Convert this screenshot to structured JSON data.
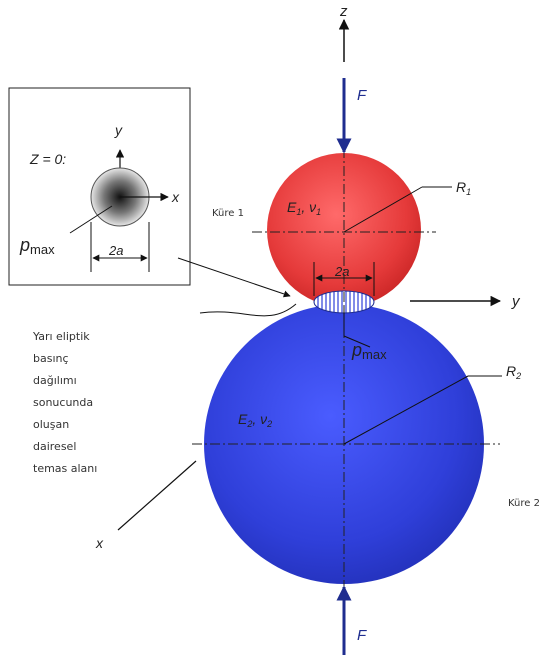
{
  "axes": {
    "z": "z",
    "y": "y",
    "x": "x"
  },
  "force": "F",
  "sphere1": {
    "label": "Küre 1",
    "material": "E",
    "material_sub": "1",
    "poisson": "ν",
    "poisson_sub": "1",
    "radius": "R",
    "radius_sub": "1",
    "color": "#e53a3a"
  },
  "sphere2": {
    "label": "Küre 2",
    "material": "E",
    "material_sub": "2",
    "poisson": "ν",
    "poisson_sub": "2",
    "radius": "R",
    "radius_sub": "2",
    "color": "#2f3fd9"
  },
  "contact": {
    "width": "2a",
    "pressure": "p",
    "pressure_sub": "max"
  },
  "inset": {
    "plane": "Z = 0:",
    "y": "y",
    "x": "x",
    "width": "2a",
    "pressure": "p",
    "pressure_sub": "max"
  },
  "note_lines": [
    "Yarı eliptik",
    "basınç",
    "dağılımı",
    "sonucunda",
    "oluşan",
    "dairesel",
    "temas alanı"
  ]
}
